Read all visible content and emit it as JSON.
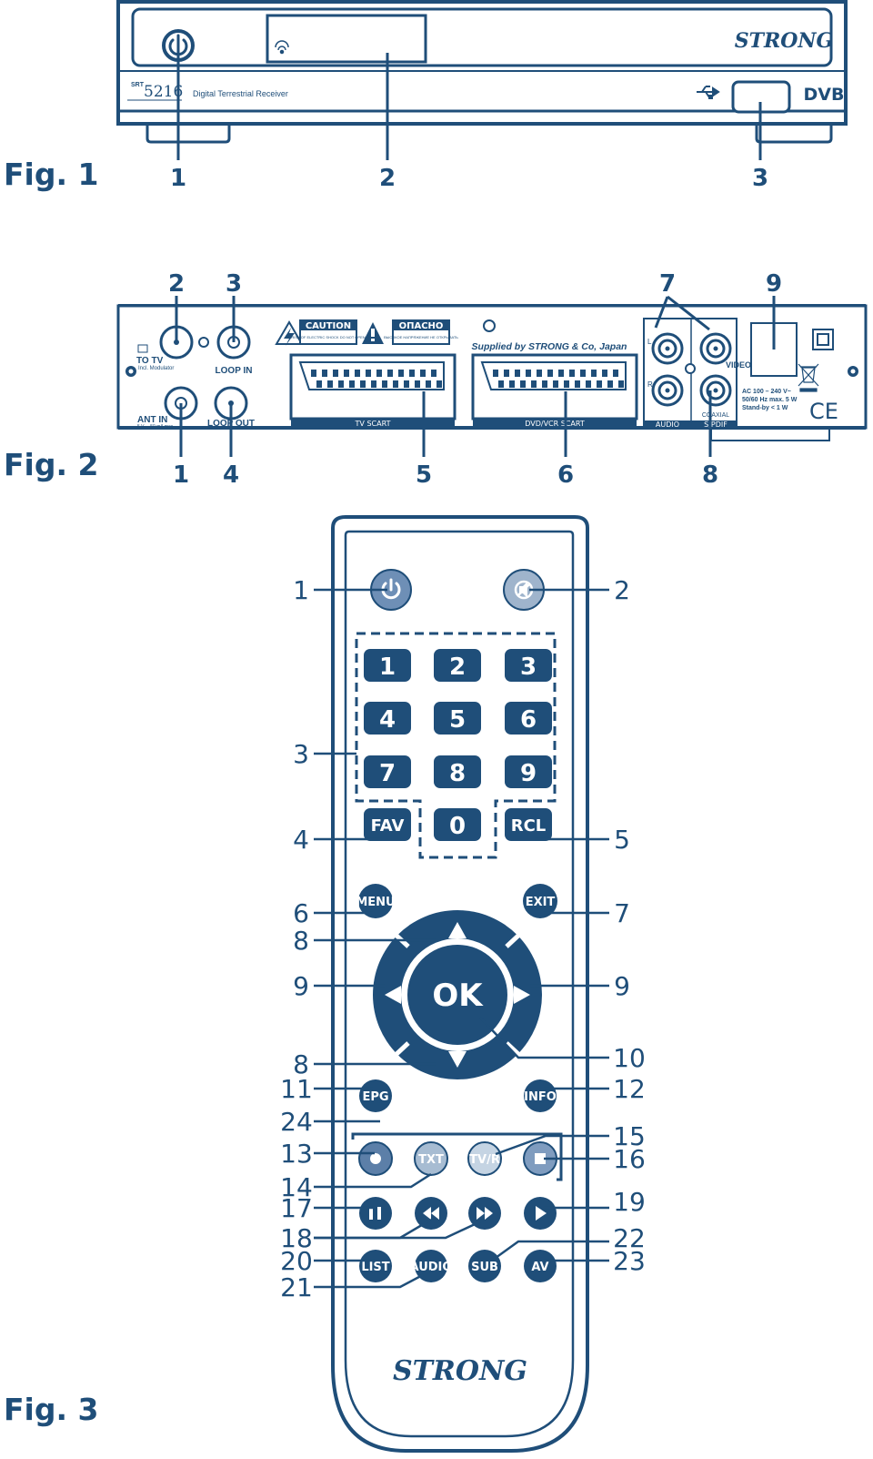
{
  "colors": {
    "primary": "#1f4e79",
    "light": "#8aa8c6",
    "white": "#ffffff"
  },
  "fig1": {
    "label": "Fig. 1",
    "model_prefix": "SRT",
    "model": "5216",
    "subtitle": "Digital Terrestrial Receiver",
    "brand": "STRONG",
    "dvb": "DVB",
    "icons": [
      "power-icon",
      "remote-sensor-icon",
      "usb-icon"
    ],
    "callouts": [
      "1",
      "2",
      "3"
    ]
  },
  "fig2": {
    "label": "Fig. 2",
    "to_tv": "TO TV",
    "to_tv_sub": "Incl. Modulator",
    "loop_in": "LOOP IN",
    "ant_in": "ANT IN",
    "ant_sub": "5 V ⎓ 50 mA max",
    "loop_out": "LOOP OUT",
    "caution": "CAUTION",
    "caution_sub": "RISK OF ELECTRIC SHOCK DO NOT OPEN",
    "opasno": "ОПАСНО",
    "opasno_sub": "ВЫСОКОЕ НАПРЯЖЕНИЕ НЕ ОТКРЫВАТЬ",
    "supplied": "Supplied by STRONG & Co, Japan",
    "tv_scart": "TV SCART",
    "dvd_scart": "DVD/VCR SCART",
    "audio_l": "L",
    "audio_r": "R",
    "audio": "AUDIO",
    "video": "VIDEO",
    "coaxial": "COAXIAL",
    "spdif": "S/PDIF",
    "power_spec_1": "AC 100 – 240 V~",
    "power_spec_2": "50/60 Hz max. 5 W",
    "power_spec_3": "Stand-by < 1 W",
    "ce": "CE",
    "callouts_top": [
      "2",
      "3",
      "7",
      "9"
    ],
    "callouts_bottom": [
      "1",
      "4",
      "5",
      "6",
      "8"
    ]
  },
  "fig3": {
    "label": "Fig. 3",
    "brand": "STRONG",
    "digits": [
      "1",
      "2",
      "3",
      "4",
      "5",
      "6",
      "7",
      "8",
      "9",
      "0"
    ],
    "fav": "FAV",
    "rcl": "RCL",
    "menu": "MENU",
    "exit": "EXIT",
    "ok": "OK",
    "epg": "EPG",
    "info": "INFO",
    "txt": "TXT",
    "tvr": "TV/R",
    "list": "LIST",
    "audio": "AUDIO",
    "sub": "SUB",
    "av": "AV",
    "callouts_left": [
      "1",
      "3",
      "4",
      "6",
      "8",
      "9",
      "8",
      "11",
      "24",
      "13",
      "14",
      "17",
      "18",
      "20",
      "21"
    ],
    "callouts_right": [
      "2",
      "5",
      "7",
      "9",
      "10",
      "12",
      "15",
      "16",
      "19",
      "22",
      "23"
    ]
  }
}
